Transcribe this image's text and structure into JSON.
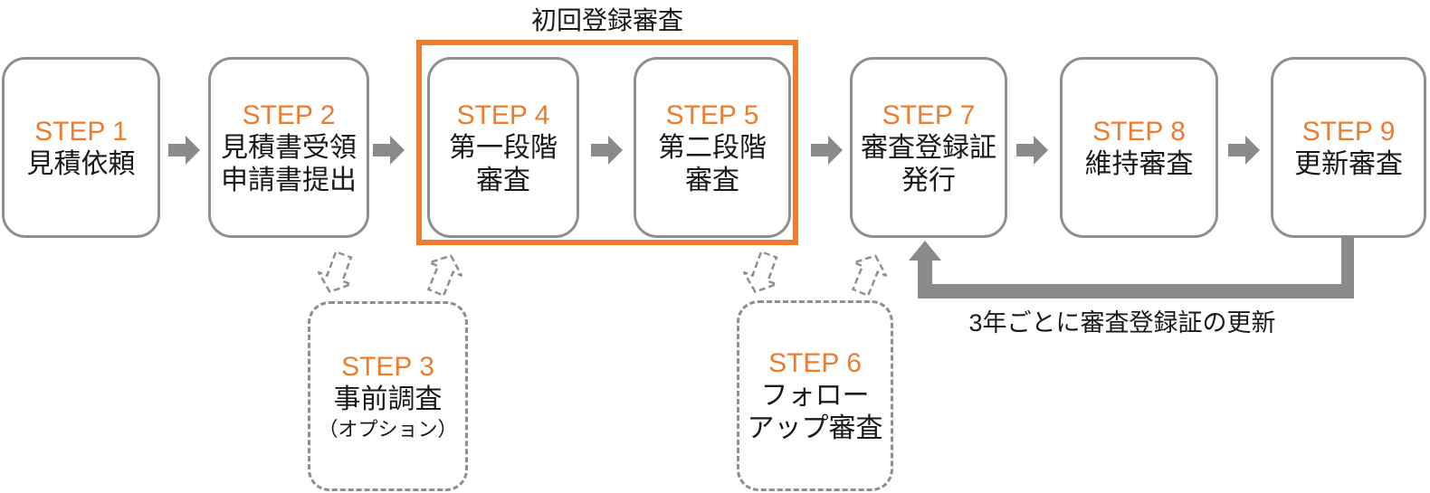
{
  "diagram": {
    "group_label": "初回登録審査",
    "renewal_note": "3年ごとに審査登録証の更新"
  },
  "steps": {
    "step1": {
      "label": "STEP 1",
      "line1": "見積依頼"
    },
    "step2": {
      "label": "STEP 2",
      "line1": "見積書受領",
      "line2": "申請書提出"
    },
    "step3": {
      "label": "STEP 3",
      "line1": "事前調査",
      "line2": "（オプション）"
    },
    "step4": {
      "label": "STEP 4",
      "line1": "第一段階",
      "line2": "審査"
    },
    "step5": {
      "label": "STEP 5",
      "line1": "第二段階",
      "line2": "審査"
    },
    "step6": {
      "label": "STEP 6",
      "line1": "フォロー",
      "line2": "アップ審査"
    },
    "step7": {
      "label": "STEP 7",
      "line1": "審査登録証",
      "line2": "発行"
    },
    "step8": {
      "label": "STEP 8",
      "line1": "維持審査"
    },
    "step9": {
      "label": "STEP 9",
      "line1": "更新審査"
    }
  },
  "icons": {
    "solid_arrow": "right-block-arrow",
    "dashed_arrow": "hollow-dashed-block-arrow",
    "loop_arrow": "renewal-loop-arrow"
  },
  "colors": {
    "accent_orange": "#ED7C2F",
    "box_border_gray": "#8F8F8F",
    "arrow_gray": "#8A8A8A"
  }
}
